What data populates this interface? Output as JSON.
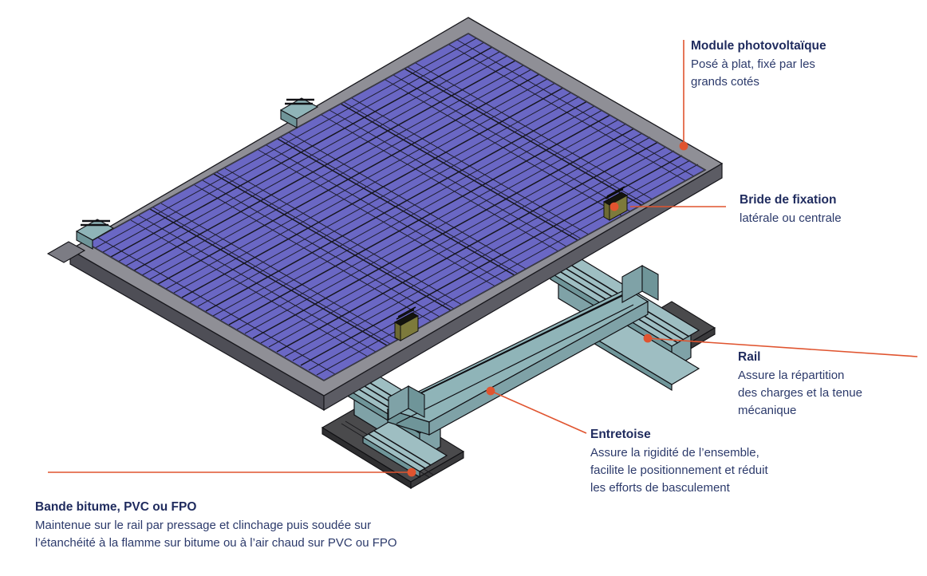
{
  "diagram": {
    "type": "isometric-technical-illustration",
    "subject": "Système de montage de module photovoltaïque sur toiture plate",
    "language": "fr",
    "background_color": "#ffffff",
    "leader_color": "#e0542f",
    "title_color": "#1f2b5e",
    "body_color": "#2c3a6b"
  },
  "parts": {
    "module": {
      "name": "Module photovoltaïque",
      "cell_color": "#6a67c4",
      "cell_edge_color": "#16161e",
      "frame_top_color": "#8f8f96",
      "frame_side_color": "#4e4e56",
      "cells_across": 10,
      "cells_down": 6
    },
    "bride": {
      "name": "Bride de fixation",
      "face_color": "#6d6a33",
      "top_color": "#14140e",
      "count": 2
    },
    "rail": {
      "name": "Rail",
      "body_color": "#8fb4b8",
      "shadow_color": "#6f9599",
      "ridge_color": "#101014",
      "count": 2
    },
    "entretoise": {
      "name": "Entretoise",
      "body_color": "#8fb4b8",
      "ridge_color": "#101014"
    },
    "bande": {
      "name": "Bande bitume, PVC ou FPO",
      "top_color": "#4a4a4c",
      "side_color": "#2e2e30",
      "count": 2
    }
  },
  "callouts": [
    {
      "id": "module",
      "title": "Module photovoltaïque",
      "description": "Posé à plat, fixé par les\ngrands cotés"
    },
    {
      "id": "bride",
      "title": "Bride de fixation",
      "description": "latérale ou centrale"
    },
    {
      "id": "rail",
      "title": "Rail",
      "description": "Assure la répartition\ndes charges et la tenue\nmécanique"
    },
    {
      "id": "entretoise",
      "title": "Entretoise",
      "description": "Assure la rigidité de l’ensemble,\nfacilite le positionnement et réduit\nles efforts de basculement"
    },
    {
      "id": "bande",
      "title": "Bande bitume, PVC ou FPO",
      "description": "Maintenue sur le rail par pressage et clinchage puis soudée sur\nl’étanchéité à la flamme sur bitume ou à l’air chaud sur PVC ou FPO"
    }
  ]
}
